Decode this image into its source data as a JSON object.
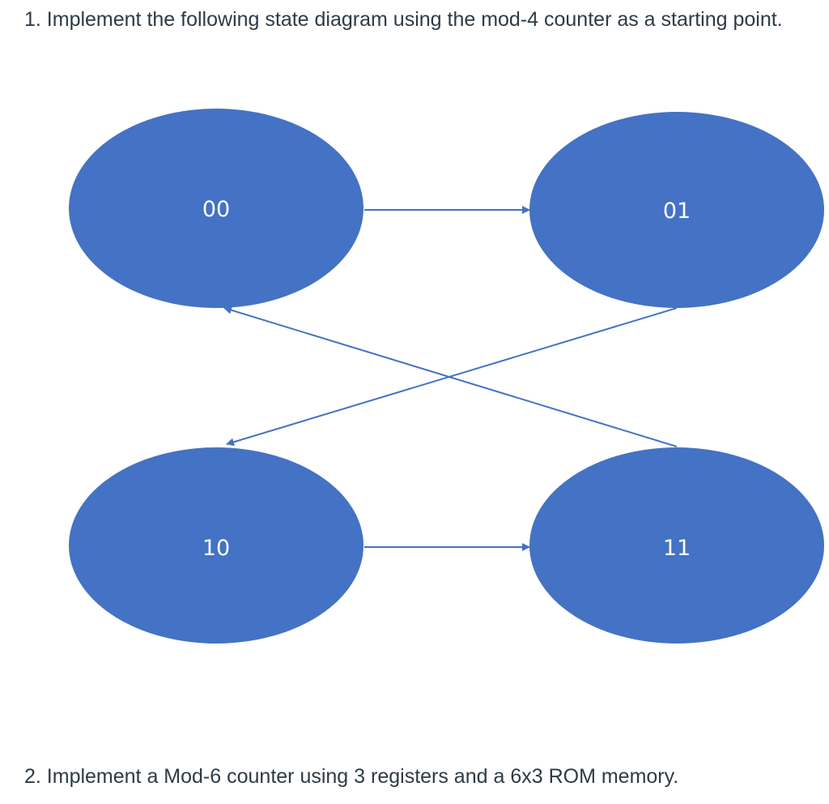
{
  "questions": {
    "q1": "1. Implement the following state diagram using the mod-4 counter as a starting point.",
    "q2": "2. Implement a Mod-6 counter using 3 registers and a 6x3 ROM memory."
  },
  "diagram": {
    "colors": {
      "state_fill": "#4472c4",
      "arrow": "#4472c4",
      "label": "#ffffff"
    },
    "states": [
      {
        "id": "s00",
        "label": "00"
      },
      {
        "id": "s01",
        "label": "01"
      },
      {
        "id": "s10",
        "label": "10"
      },
      {
        "id": "s11",
        "label": "11"
      }
    ],
    "transitions": [
      {
        "from": "00",
        "to": "01"
      },
      {
        "from": "01",
        "to": "10"
      },
      {
        "from": "10",
        "to": "11"
      },
      {
        "from": "11",
        "to": "00"
      }
    ]
  }
}
